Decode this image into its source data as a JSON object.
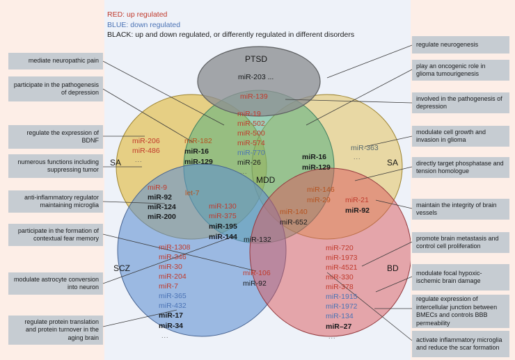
{
  "legend": {
    "red": "RED: up regulated",
    "blue": "BLUE: down regulated",
    "black": "BLACK: up and down regulated, or differently regulated in different disorders"
  },
  "sets": {
    "ptsd_label": "PTSD",
    "mdd_label": "MDD",
    "sa_left_label": "SA",
    "sa_right_label": "SA",
    "scz_label": "SCZ",
    "bd_label": "BD"
  },
  "regions": {
    "ptsd_only": [
      "miR-203 ..."
    ],
    "ptsd_mdd": [
      "miR-139"
    ],
    "mdd_only": [
      "miR-19",
      "miR-502",
      "miR-500",
      "miR-574",
      "miR-770",
      "miR-26",
      "..."
    ],
    "sa_left_only": [
      "miR-206",
      "miR-486",
      "..."
    ],
    "sa_left_mdd": [
      "miR-182",
      "miR-16",
      "miR-129"
    ],
    "sa_left_scz": [
      "miR-9",
      "miR-92",
      "miR-124",
      "miR-200"
    ],
    "sa_left_scz_mdd": [
      "let-7"
    ],
    "scz_mdd": [
      "miR-130",
      "miR-375",
      "miR-195",
      "miR-144"
    ],
    "center_all": [
      "miR-132"
    ],
    "sa_right_mdd": [
      "miR-16",
      "miR-129"
    ],
    "sa_right_only": [
      "miR-363",
      "..."
    ],
    "sa_right_mdd_bd": [
      "miR-146",
      "miR-29"
    ],
    "sa_right_bd": [
      "miR-21",
      "miR-92"
    ],
    "mdd_bd": [
      "miR-140",
      "miR-652"
    ],
    "scz_bd": [
      "miR-106",
      "miR-92"
    ],
    "scz_only": [
      "miR-1308",
      "miR-346",
      "miR-30",
      "miR-204",
      "miR-7",
      "miR-365",
      "miR-432",
      "miR-17",
      "miR-34",
      "..."
    ],
    "bd_only": [
      "miR-720",
      "miR-1973",
      "miR-4521",
      "miR-330",
      "miR-378",
      "miR-1915",
      "miR-1972",
      "miR-134",
      "miR–27",
      "..."
    ]
  },
  "annotations": {
    "left": [
      {
        "id": "mediate-neuropathic-pain",
        "text": "mediate neuropathic pain"
      },
      {
        "id": "pathogenesis-of-depression",
        "text": "participate in the pathogenesis of depression"
      },
      {
        "id": "regulate-bdnf",
        "text": "regulate the expression of BDNF"
      },
      {
        "id": "suppressing-tumor",
        "text": "numerous functions including suppressing tumor"
      },
      {
        "id": "anti-inflammatory-microglia",
        "text": "anti-inflammatory regulator maintaining microglia"
      },
      {
        "id": "contextual-fear-memory",
        "text": "participate in the formation of contextual fear memory"
      },
      {
        "id": "astrocyte-conversion",
        "text": "modulate astrocyte conversion into neuron"
      },
      {
        "id": "protein-translation-aging-brain",
        "text": "regulate protein translation and protein turnover in the aging brain"
      }
    ],
    "right": [
      {
        "id": "regulate-neurogenesis",
        "text": "regulate neurogenesis"
      },
      {
        "id": "oncogenic-glioma",
        "text": "play an oncogenic role in glioma tumourigenesis"
      },
      {
        "id": "involved-pathogenesis-depression",
        "text": "involved in the pathogenesis of depression"
      },
      {
        "id": "cell-growth-glioma",
        "text": "modulate cell growth and invasion in glioma"
      },
      {
        "id": "target-phosphatase",
        "text": "directly target phosphatase and tension homologue"
      },
      {
        "id": "integrity-brain-vessels",
        "text": "maintain the integrity of brain vessels"
      },
      {
        "id": "brain-metastasis",
        "text": "promote brain metastasis and control cell proliferation"
      },
      {
        "id": "hypoxic-ischemic-damage",
        "text": "modulate focal hypoxic-ischemic brain damage"
      },
      {
        "id": "bbb-permeability",
        "text": " regulate expression of intercellular junction between BMECs and controls BBB permeability"
      },
      {
        "id": "inflammatory-microglia-scar",
        "text": "activate inflammatory microglia and reduce the scar formation"
      }
    ]
  },
  "colors": {
    "red": "#c0392b",
    "blue": "#4b73b5",
    "black": "#16181a",
    "panel_bg": "#eef2f9",
    "page_bg": "#fdeee7",
    "annotation_bg": "#c6ccd2",
    "ptsd_fill": "#8d8f92",
    "mdd_fill": "#6fba91",
    "sa_fill": "#e0b93c",
    "scz_fill": "#5f8fd0",
    "bd_fill": "#d9575b"
  }
}
